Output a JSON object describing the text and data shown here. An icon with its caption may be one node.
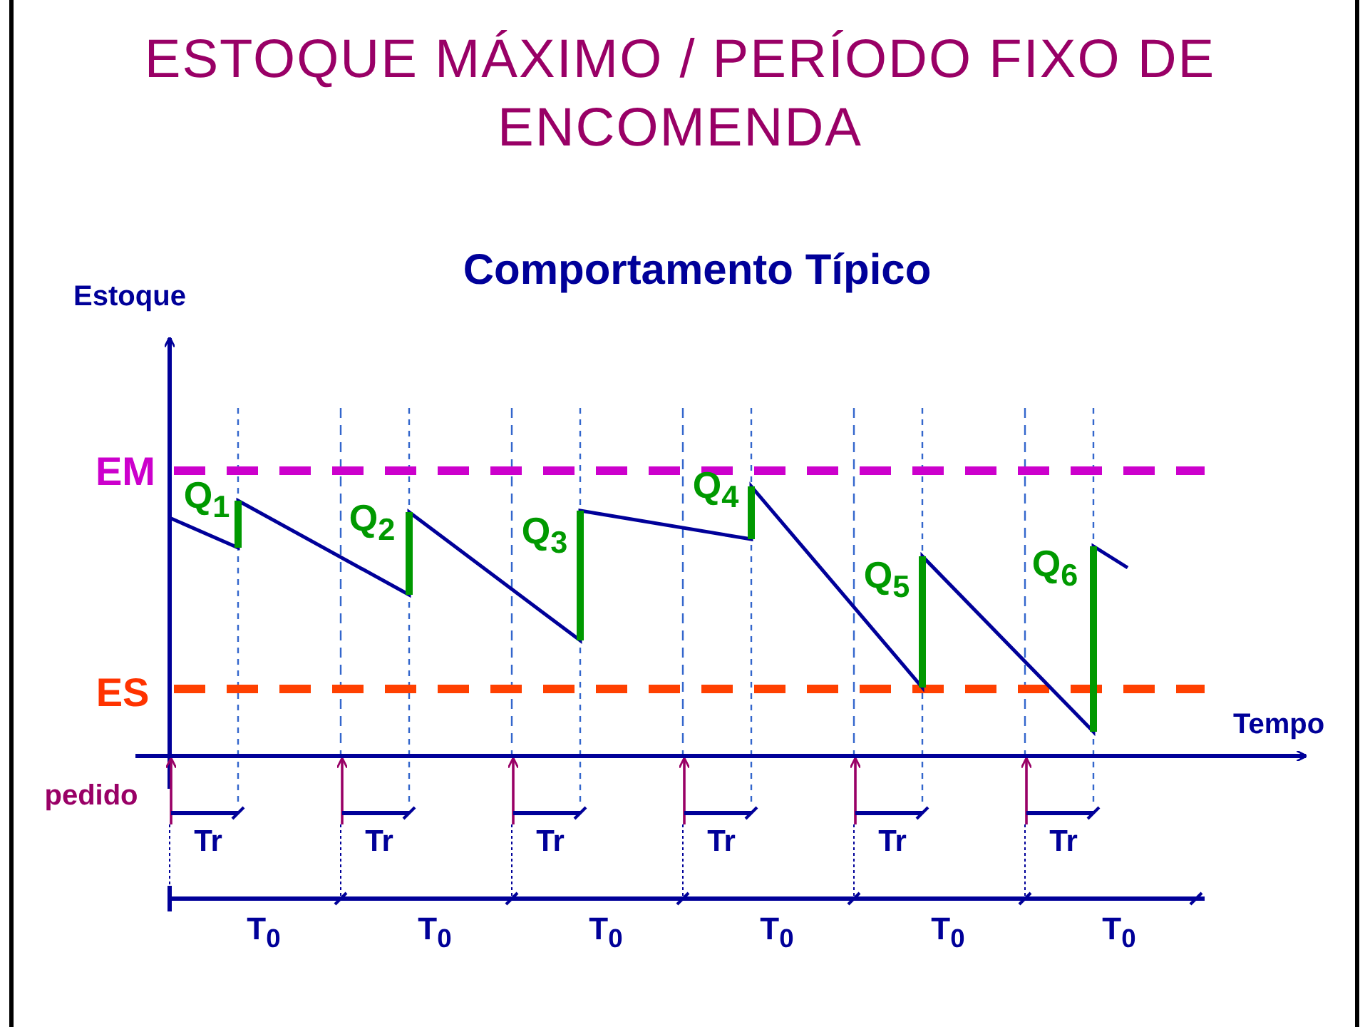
{
  "diagram": {
    "title": "ESTOQUE MÁXIMO / PERÍODO FIXO DE ENCOMENDA",
    "labels": [
      "Comportamento Típico",
      "Estoque",
      "EM",
      "Q$_{1}$",
      "Q$_{2}$",
      "Q$_{3}$",
      "Q$_{4}$",
      "Q$_{5}$",
      "Q$_{6}$",
      "ES",
      "Tempo",
      "pedido",
      "Tr",
      "Tr",
      "Tr",
      "Tr",
      "Tr",
      "Tr",
      "T$_{0}$",
      "T$_{0}$",
      "T$_{0}$",
      "T$_{0}$",
      "T$_{0}$",
      "T$_{0}$"
    ]
  }
}
